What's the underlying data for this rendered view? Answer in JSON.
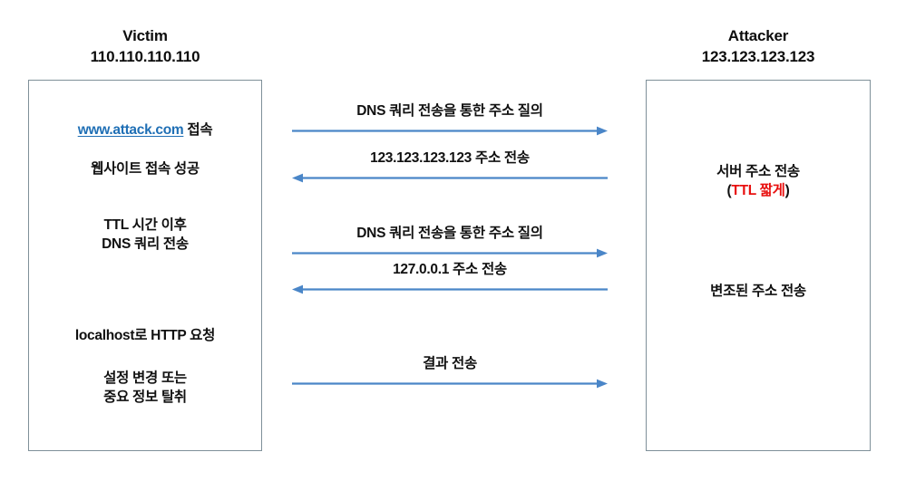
{
  "diagram": {
    "title_victim_role": "Victim",
    "title_attacker_role": "Attacker",
    "colors": {
      "arrow": "#4a86c8",
      "box_border": "#7f9099",
      "link": "#1f6fb5",
      "highlight_red": "#e8100f",
      "text": "#111111",
      "background": "#ffffff"
    }
  },
  "victim": {
    "role": "Victim",
    "ip": "110.110.110.110",
    "lines": {
      "access_link": "www.attack.com",
      "access_suffix": " 접속",
      "site_success": "웹사이트 접속 성공",
      "ttl_after_1": "TTL 시간 이후",
      "ttl_after_2": "DNS 쿼리 전송",
      "http_request": "localhost로 HTTP 요청",
      "outcome_1": "설정 변경 또는",
      "outcome_2": "중요 정보 탈취"
    }
  },
  "attacker": {
    "role": "Attacker",
    "ip": "123.123.123.123",
    "lines": {
      "server_addr_send": "서버 주소 전송",
      "ttl_note_open": "(",
      "ttl_note_red": "TTL 짧게",
      "ttl_note_close": ")",
      "forged_addr_send": "변조된 주소 전송"
    }
  },
  "messages": [
    {
      "label": "DNS 쿼리 전송을 통한 주소 질의",
      "direction": "right"
    },
    {
      "label": "123.123.123.123 주소 전송",
      "direction": "left"
    },
    {
      "label": "DNS 쿼리 전송을 통한 주소 질의",
      "direction": "right"
    },
    {
      "label": "127.0.0.1 주소 전송",
      "direction": "left"
    },
    {
      "label": "결과 전송",
      "direction": "right"
    }
  ]
}
